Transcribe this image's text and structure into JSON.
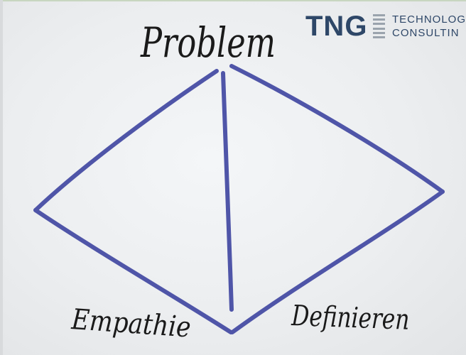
{
  "whiteboard": {
    "heading": "Problem",
    "label_left": "Empathie",
    "label_right": "Definieren"
  },
  "logo": {
    "mark": "TNG",
    "line1": "TECHNOLOG",
    "line2": "CONSULTIN"
  },
  "colors": {
    "marker_blue": "#4f55a8",
    "ink_black": "#1a1a1a",
    "logo_navy": "#2e4768",
    "logo_grey": "#9aa3ad"
  }
}
